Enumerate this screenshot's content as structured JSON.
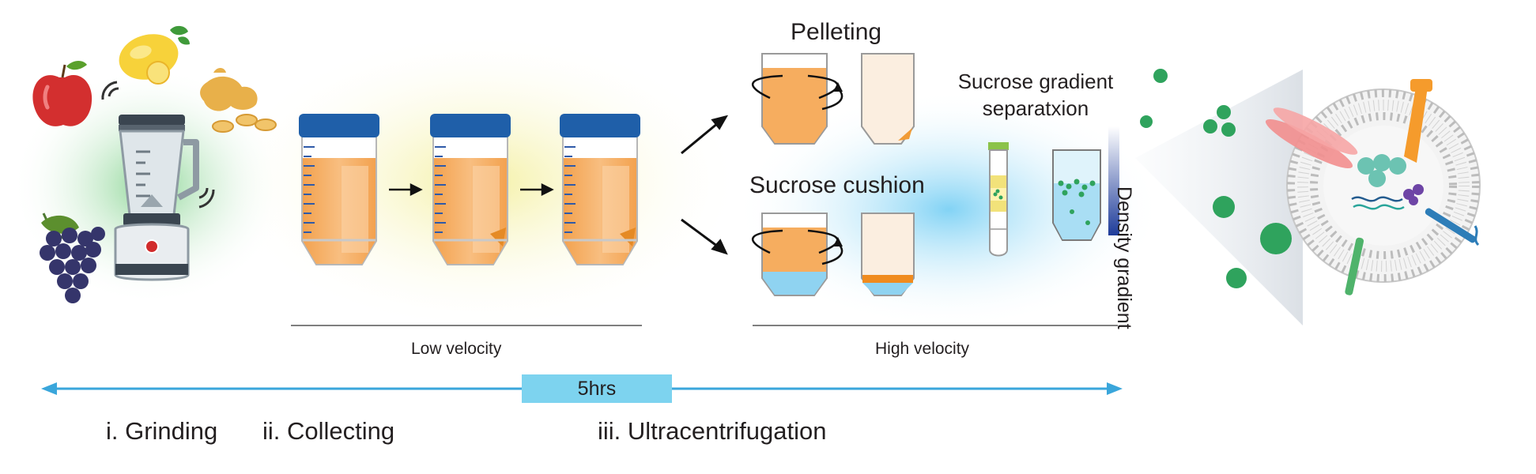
{
  "labels": {
    "pelleting": "Pelleting",
    "sucrose_gradient_line1": "Sucrose gradient",
    "sucrose_gradient_line2": "separatxion",
    "sucrose_cushion": "Sucrose cushion",
    "density_gradient": "Density gradient",
    "low_velocity": "Low velocity",
    "high_velocity": "High velocity",
    "duration": "5hrs",
    "step1": "i. Grinding",
    "step2": "ii. Collecting",
    "step3": "iii. Ultracentrifugation"
  },
  "colors": {
    "cap_blue": "#1f5fa9",
    "liquid_orange": "#f6ad5f",
    "cushion_blue": "#8fd3f1",
    "timeline_blue": "#3aa6db",
    "vesicle_green": "#2fa35d",
    "membrane_grey": "#bcbcbc"
  }
}
